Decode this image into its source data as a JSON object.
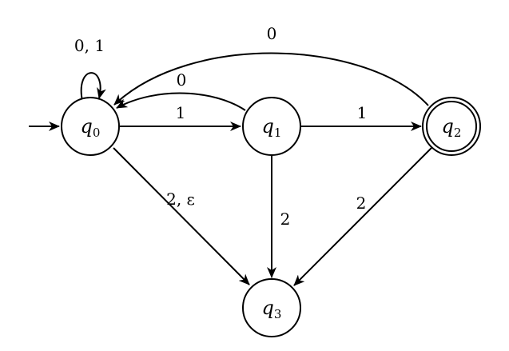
{
  "diagram": {
    "states": [
      {
        "id": "q0",
        "base": "q",
        "sub": "0",
        "initial": true,
        "accepting": false
      },
      {
        "id": "q1",
        "base": "q",
        "sub": "1",
        "initial": false,
        "accepting": false
      },
      {
        "id": "q2",
        "base": "q",
        "sub": "2",
        "initial": false,
        "accepting": true
      },
      {
        "id": "q3",
        "base": "q",
        "sub": "3",
        "initial": false,
        "accepting": false
      }
    ],
    "transitions": [
      {
        "id": "q0-q0",
        "from": "q0",
        "to": "q0",
        "label": "0, 1"
      },
      {
        "id": "q0-q1",
        "from": "q0",
        "to": "q1",
        "label": "1"
      },
      {
        "id": "q1-q0",
        "from": "q1",
        "to": "q0",
        "label": "0"
      },
      {
        "id": "q1-q2",
        "from": "q1",
        "to": "q2",
        "label": "1"
      },
      {
        "id": "q2-q0",
        "from": "q2",
        "to": "q0",
        "label": "0"
      },
      {
        "id": "q0-q3",
        "from": "q0",
        "to": "q3",
        "label": "2, ε"
      },
      {
        "id": "q1-q3",
        "from": "q1",
        "to": "q3",
        "label": "2"
      },
      {
        "id": "q2-q3",
        "from": "q2",
        "to": "q3",
        "label": "2"
      }
    ],
    "colors": {
      "stroke": "#000000",
      "fill": "#ffffff"
    }
  }
}
